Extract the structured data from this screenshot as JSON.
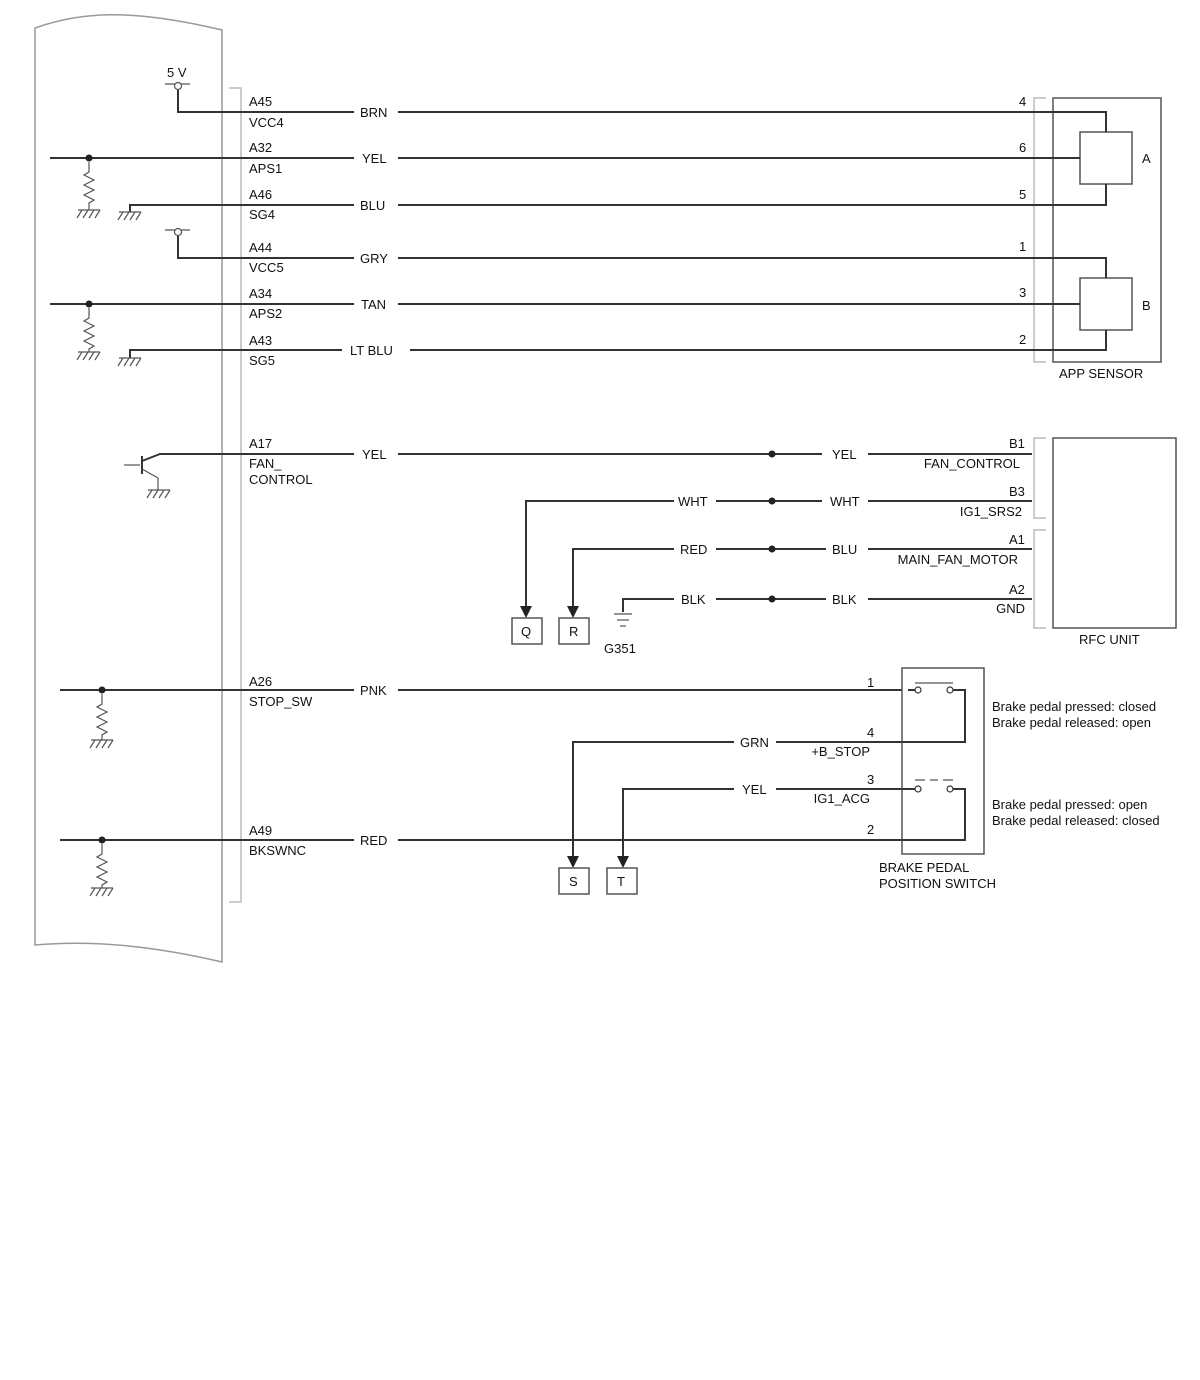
{
  "pcm_pins": [
    {
      "pin": "A45",
      "signal": "VCC4"
    },
    {
      "pin": "A32",
      "signal": "APS1"
    },
    {
      "pin": "A46",
      "signal": "SG4"
    },
    {
      "pin": "A44",
      "signal": "VCC5"
    },
    {
      "pin": "A34",
      "signal": "APS2"
    },
    {
      "pin": "A43",
      "signal": "SG5"
    },
    {
      "pin": "A17",
      "signal": "FAN_",
      "signal2": "CONTROL"
    },
    {
      "pin": "A26",
      "signal": "STOP_SW"
    },
    {
      "pin": "A49",
      "signal": "BKSWNC"
    }
  ],
  "supply_label": "5 V",
  "wire_colors_left": [
    "BRN",
    "YEL",
    "BLU",
    "GRY",
    "TAN",
    "LT BLU",
    "YEL",
    "PNK",
    "RED"
  ],
  "app_sensor": {
    "label": "APP SENSOR",
    "pins": [
      "4",
      "6",
      "5",
      "1",
      "3",
      "2"
    ],
    "element_a": "A",
    "element_b": "B"
  },
  "rfc": {
    "label": "RFC UNIT",
    "wires_left": [
      "WHT",
      "RED",
      "BLK"
    ],
    "wires_right": [
      "YEL",
      "WHT",
      "BLU",
      "BLK"
    ],
    "pins": [
      {
        "pin": "B1",
        "signal": "FAN_CONTROL"
      },
      {
        "pin": "B3",
        "signal": "IG1_SRS2"
      },
      {
        "pin": "A1",
        "signal": "MAIN_FAN_MOTOR"
      },
      {
        "pin": "A2",
        "signal": "GND"
      }
    ]
  },
  "ground_label": "G351",
  "connectors": [
    "Q",
    "R",
    "S",
    "T"
  ],
  "brake_switch": {
    "label_line1": "BRAKE PEDAL",
    "label_line2": "POSITION SWITCH",
    "pins": [
      "1",
      "4",
      "3",
      "2"
    ],
    "signals": [
      "+B_STOP",
      "IG1_ACG"
    ],
    "wire_colors": [
      "GRN",
      "YEL"
    ],
    "note1_line1": "Brake pedal pressed: closed",
    "note1_line2": "Brake pedal released: open",
    "note2_line1": "Brake pedal pressed: open",
    "note2_line2": "Brake pedal released: closed"
  }
}
